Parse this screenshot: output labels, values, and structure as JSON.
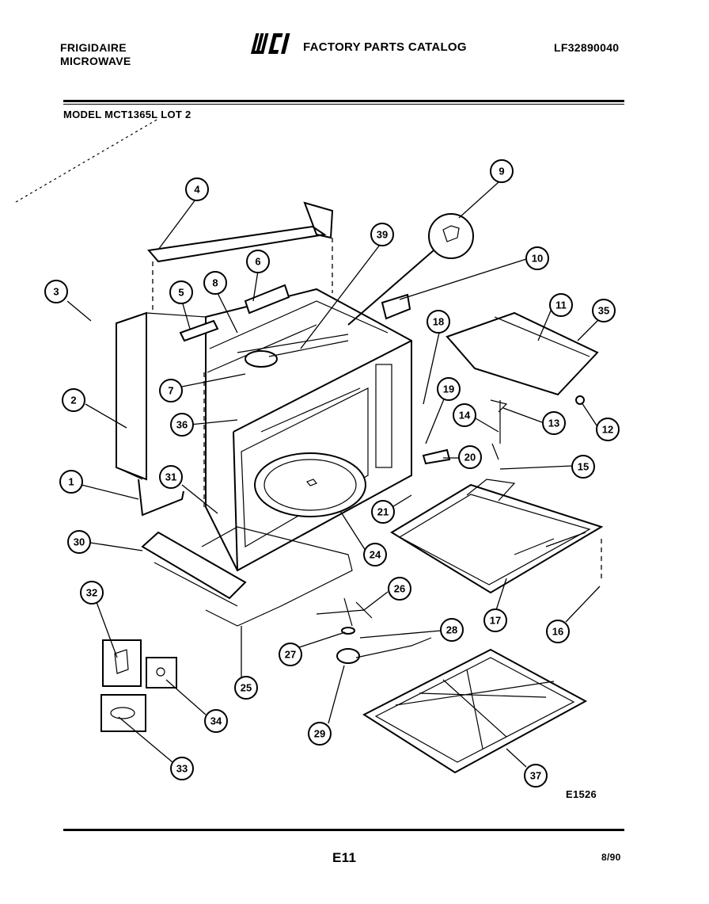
{
  "header": {
    "brand_line1": "FRIGIDAIRE",
    "brand_line2": "MICROWAVE",
    "logo_text": "WCI",
    "catalog_title": "FACTORY PARTS CATALOG",
    "catalog_number": "LF32890040",
    "model_line": "MODEL MCT1365L LOT 2"
  },
  "diagram": {
    "figure_code": "E1526",
    "callouts": [
      "1",
      "2",
      "3",
      "4",
      "5",
      "6",
      "7",
      "8",
      "9",
      "10",
      "11",
      "12",
      "13",
      "14",
      "15",
      "16",
      "17",
      "18",
      "19",
      "20",
      "21",
      "24",
      "25",
      "26",
      "27",
      "28",
      "29",
      "30",
      "31",
      "32",
      "33",
      "34",
      "35",
      "36",
      "37",
      "39"
    ]
  },
  "footer": {
    "page_label": "E11",
    "date": "8/90"
  }
}
